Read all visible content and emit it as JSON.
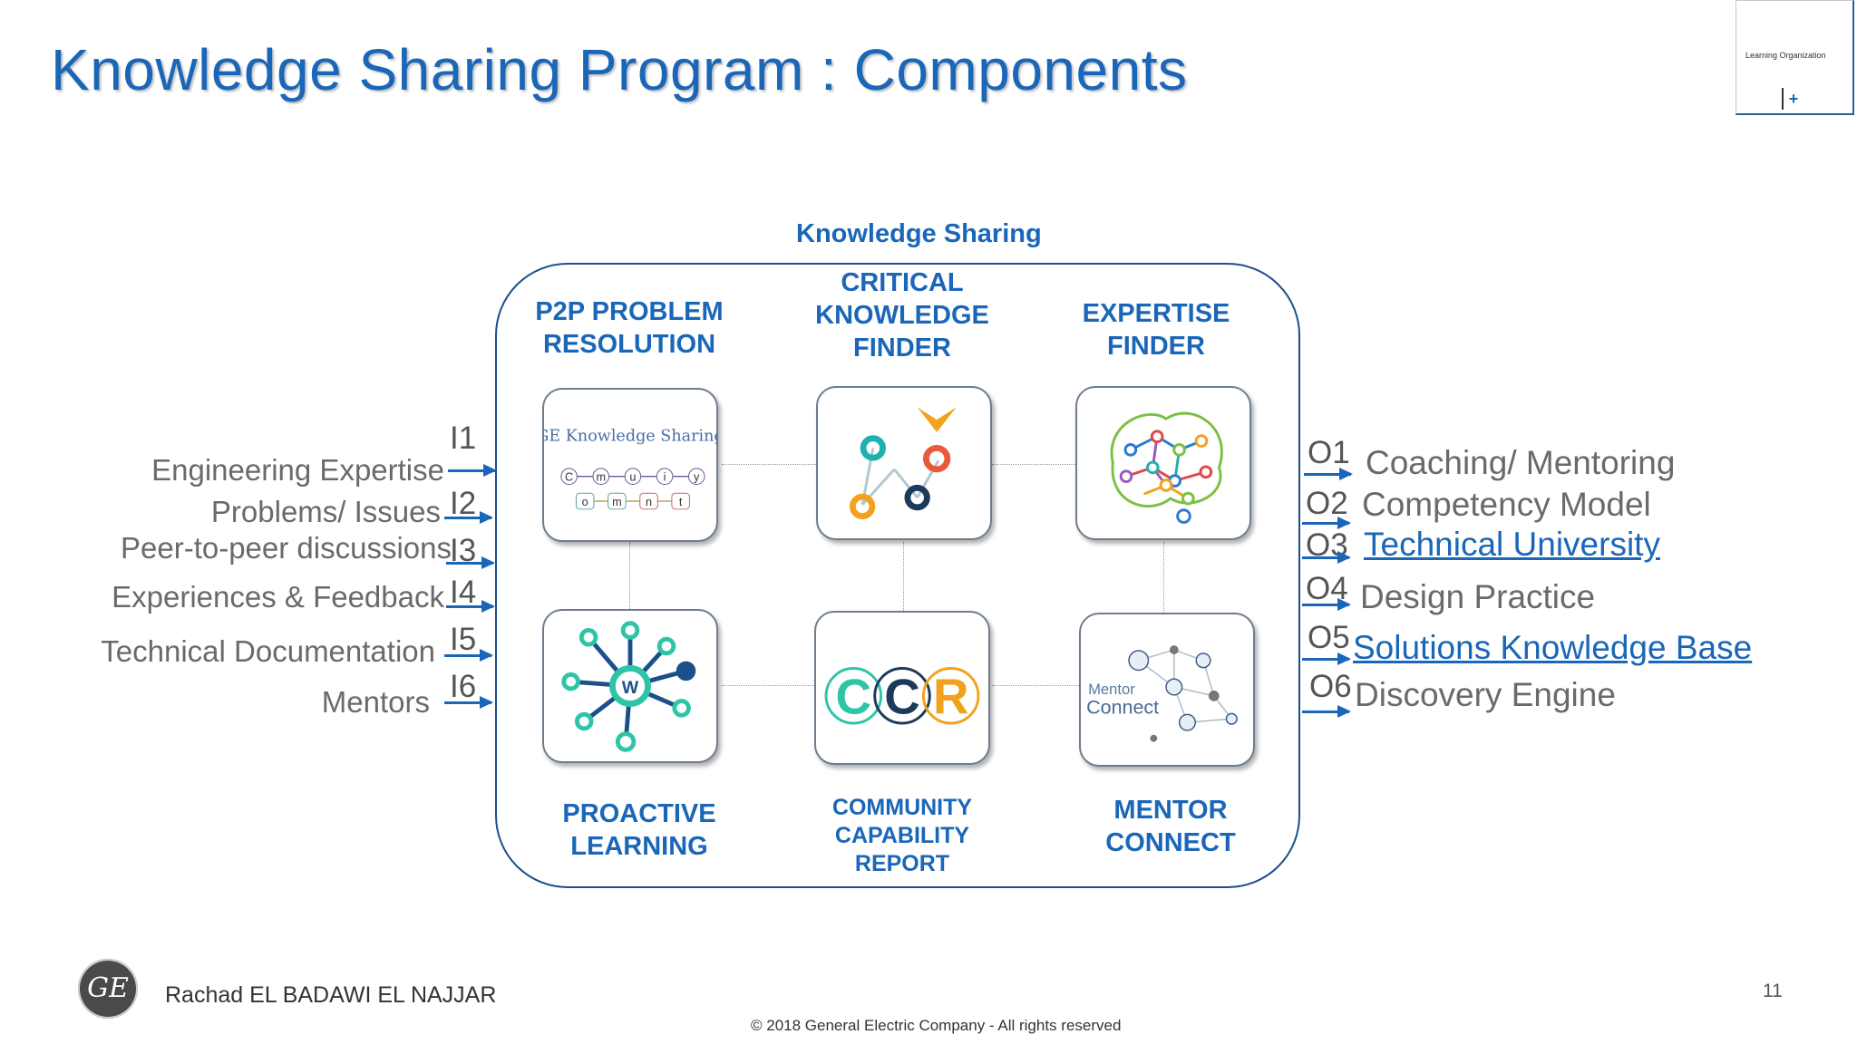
{
  "title": "Knowledge Sharing Program : Components",
  "thumbnail": {
    "label": "Learning Organization",
    "plus": "+"
  },
  "diagram": {
    "heading": "Knowledge Sharing",
    "components": [
      {
        "label_line1": "P2P PROBLEM",
        "label_line2": "RESOLUTION",
        "label_line3": ""
      },
      {
        "label_line1": "CRITICAL",
        "label_line2": "KNOWLEDGE",
        "label_line3": "FINDER"
      },
      {
        "label_line1": "EXPERTISE",
        "label_line2": "FINDER",
        "label_line3": ""
      },
      {
        "label_line1": "PROACTIVE",
        "label_line2": "LEARNING",
        "label_line3": ""
      },
      {
        "label_line1": "COMMUNITY",
        "label_line2": "CAPABILITY",
        "label_line3": "REPORT"
      },
      {
        "label_line1": "MENTOR",
        "label_line2": "CONNECT",
        "label_line3": ""
      }
    ],
    "tiles": {
      "community_title": "GE Knowledge Sharing",
      "community_letters_top": [
        "C",
        "m",
        "u",
        "i",
        "y"
      ],
      "community_letters_bottom": [
        "o",
        "m",
        "n",
        "t"
      ],
      "wiki_letter": "W",
      "ccr_letters": [
        "C",
        "C",
        "R"
      ],
      "mentor_text_line1": "Mentor",
      "mentor_text_line2": "Connect"
    },
    "inputs": [
      {
        "id": "I1",
        "label": "Engineering Expertise"
      },
      {
        "id": "I2",
        "label": "Problems/ Issues"
      },
      {
        "id": "I3",
        "label": "Peer-to-peer discussions"
      },
      {
        "id": "I4",
        "label": "Experiences & Feedback"
      },
      {
        "id": "I5",
        "label": "Technical Documentation"
      },
      {
        "id": "I6",
        "label": "Mentors"
      }
    ],
    "outputs": [
      {
        "id": "O1",
        "label": "Coaching/ Mentoring"
      },
      {
        "id": "O2",
        "label": "Competency Model"
      },
      {
        "id": "O3",
        "label": "Technical University"
      },
      {
        "id": "O4",
        "label": "Design Practice"
      },
      {
        "id": "O5",
        "label": "Solutions Knowledge  Base"
      },
      {
        "id": "O6",
        "label": "Discovery Engine"
      }
    ]
  },
  "footer": {
    "logo_text": "GE",
    "author": "Rachad EL BADAWI EL NAJJAR",
    "copyright": "© 2018 General Electric Company - All rights reserved",
    "page_number": "11"
  },
  "colors": {
    "accent": "#1a66b8",
    "frame": "#1d4f8a",
    "text_gray": "#6a6a6a"
  }
}
